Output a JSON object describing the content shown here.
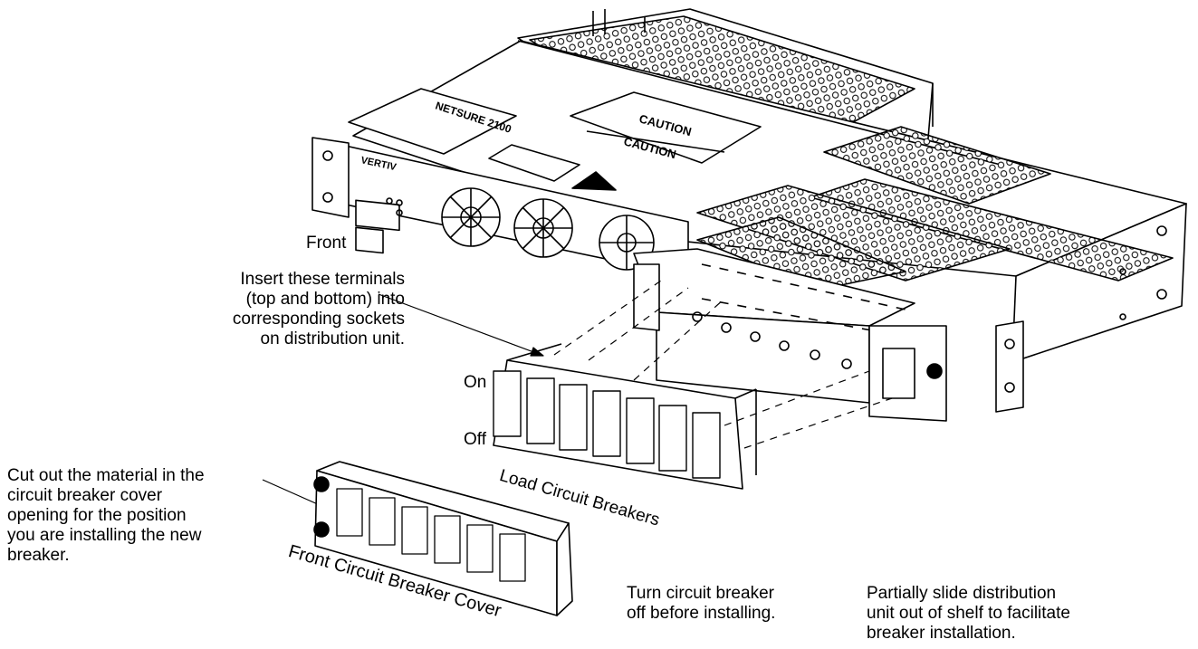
{
  "panel": {
    "brand_text": "VERTIV",
    "model_text": "NETSURE 2100",
    "caution_1": "CAUTION",
    "caution_2": "CAUTION"
  },
  "labels": {
    "front": "Front",
    "insert_terminals": "Insert these terminals\n(top and bottom) into\ncorresponding sockets\non distribution unit.",
    "on": "On",
    "off": "Off",
    "load_breakers": "Load Circuit Breakers",
    "cut_out": "Cut out the material in the\ncircuit breaker cover\nopening for the position\nyou are installing the new\nbreaker.",
    "front_cover": "Front Circuit Breaker Cover",
    "turn_off": "Turn circuit breaker\noff before installing.",
    "slide_unit": "Partially slide distribution\nunit out of shelf to facilitate\nbreaker installation."
  }
}
